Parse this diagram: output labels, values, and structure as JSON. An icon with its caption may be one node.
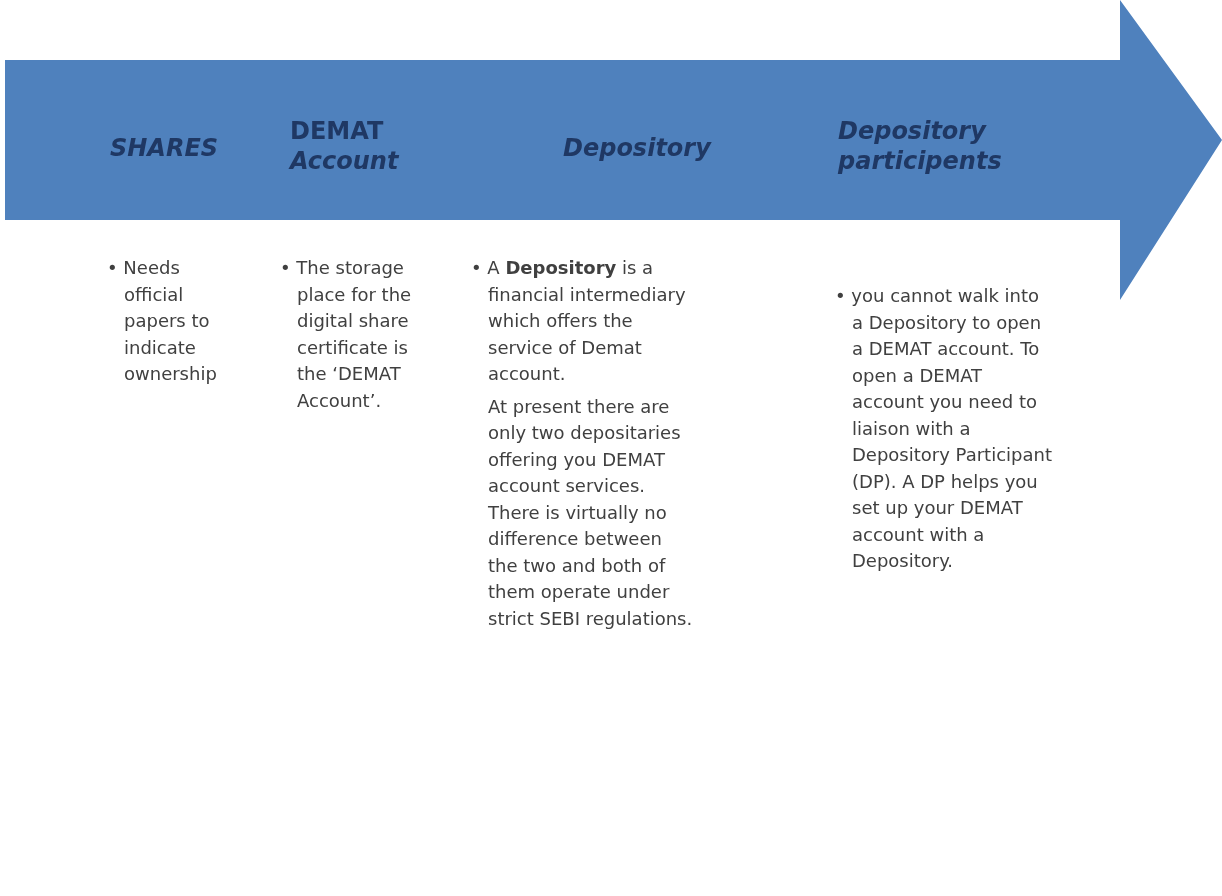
{
  "diagram": {
    "nodes": [
      {
        "text": [
          "SHARES",
          "**DEMAT** *Account*",
          "Depository",
          "Depository participents"
        ]
      }
    ],
    "edges": [],
    "labels": [
      "• Needs official papers to indicate ownership",
      "• The storage place for the digital share certificate is the ‘DEMAT Account’.",
      "• A **Depository** is a financial intermediary which offers the service of Demat account.",
      "At present there are only two depositaries offering you DEMAT account services. There is virtually no difference between the two and both of them operate under strict SEBI regulations.",
      "• you cannot walk into a Depository to open a DEMAT account. To open a DEMAT account you need to liaison with a Depository Participant (DP). A DP helps you set up your DEMAT account with a Depository."
    ]
  }
}
